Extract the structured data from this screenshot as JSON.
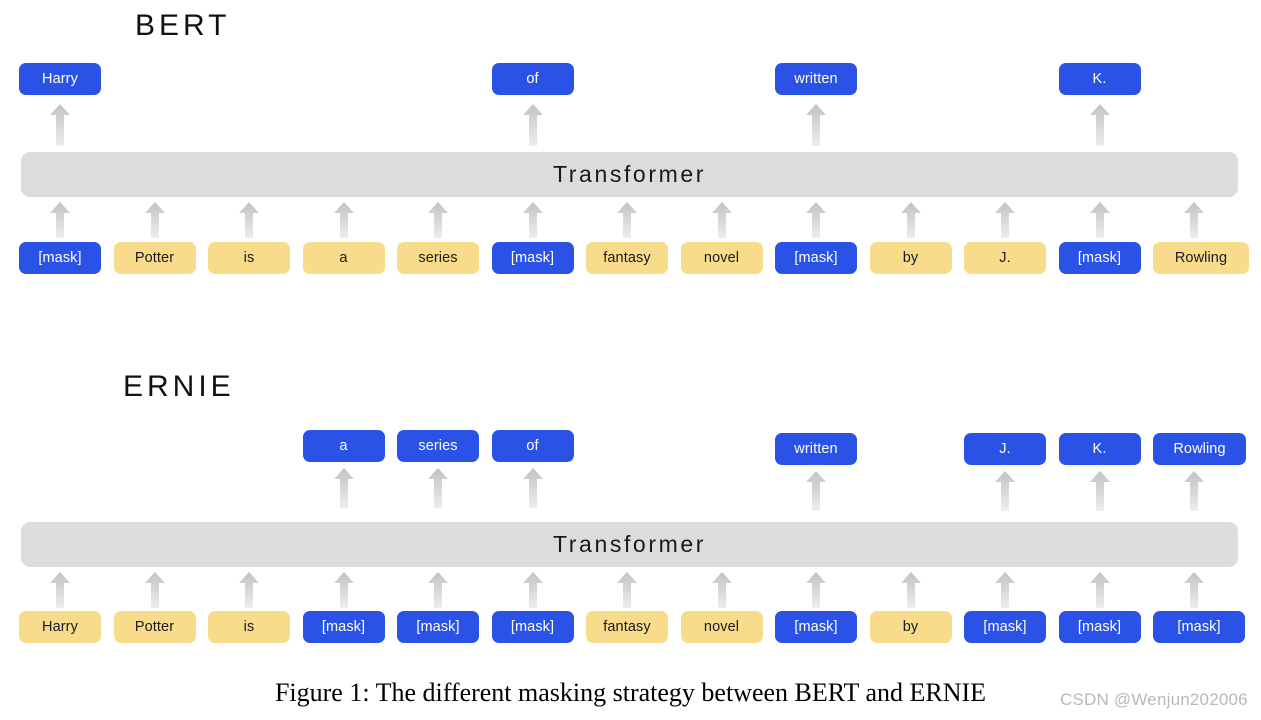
{
  "figure": {
    "caption": "Figure 1: The different masking strategy between BERT and ERNIE",
    "watermark": "CSDN @Wenjun202006",
    "colors": {
      "blue": "#2a52e6",
      "yellow": "#f8dc8c",
      "transformer_gray": "#dcdcdc",
      "arrow_gray": "#c9c9c9",
      "background": "#ffffff",
      "text_dark": "#1a1a1a",
      "text_light": "#ffffff",
      "watermark_gray": "#b9b9b9"
    },
    "columns": 13
  },
  "bert": {
    "title": "BERT",
    "transformer_label": "Transformer",
    "outputs": [
      {
        "col": 0,
        "label": "Harry",
        "style": "blue"
      },
      {
        "col": 5,
        "label": "of",
        "style": "blue"
      },
      {
        "col": 8,
        "label": "written",
        "style": "blue"
      },
      {
        "col": 11,
        "label": "K.",
        "style": "blue"
      }
    ],
    "inputs": [
      {
        "col": 0,
        "label": "[mask]",
        "style": "blue"
      },
      {
        "col": 1,
        "label": "Potter",
        "style": "yellow"
      },
      {
        "col": 2,
        "label": "is",
        "style": "yellow"
      },
      {
        "col": 3,
        "label": "a",
        "style": "yellow"
      },
      {
        "col": 4,
        "label": "series",
        "style": "yellow"
      },
      {
        "col": 5,
        "label": "[mask]",
        "style": "blue"
      },
      {
        "col": 6,
        "label": "fantasy",
        "style": "yellow"
      },
      {
        "col": 7,
        "label": "novel",
        "style": "yellow"
      },
      {
        "col": 8,
        "label": "[mask]",
        "style": "blue"
      },
      {
        "col": 9,
        "label": "by",
        "style": "yellow"
      },
      {
        "col": 10,
        "label": "J.",
        "style": "yellow"
      },
      {
        "col": 11,
        "label": "[mask]",
        "style": "blue"
      },
      {
        "col": 12,
        "label": "Rowling",
        "style": "yellow"
      }
    ]
  },
  "ernie": {
    "title": "ERNIE",
    "transformer_label": "Transformer",
    "outputs": [
      {
        "col": 3,
        "label": "a",
        "style": "blue"
      },
      {
        "col": 4,
        "label": "series",
        "style": "blue"
      },
      {
        "col": 5,
        "label": "of",
        "style": "blue"
      },
      {
        "col": 8,
        "label": "written",
        "style": "blue"
      },
      {
        "col": 10,
        "label": "J.",
        "style": "blue"
      },
      {
        "col": 11,
        "label": "K.",
        "style": "blue"
      },
      {
        "col": 12,
        "label": "Rowling",
        "style": "blue"
      }
    ],
    "inputs": [
      {
        "col": 0,
        "label": "Harry",
        "style": "yellow"
      },
      {
        "col": 1,
        "label": "Potter",
        "style": "yellow"
      },
      {
        "col": 2,
        "label": "is",
        "style": "yellow"
      },
      {
        "col": 3,
        "label": "[mask]",
        "style": "blue"
      },
      {
        "col": 4,
        "label": "[mask]",
        "style": "blue"
      },
      {
        "col": 5,
        "label": "[mask]",
        "style": "blue"
      },
      {
        "col": 6,
        "label": "fantasy",
        "style": "yellow"
      },
      {
        "col": 7,
        "label": "novel",
        "style": "yellow"
      },
      {
        "col": 8,
        "label": "[mask]",
        "style": "blue"
      },
      {
        "col": 9,
        "label": "by",
        "style": "yellow"
      },
      {
        "col": 10,
        "label": "[mask]",
        "style": "blue"
      },
      {
        "col": 11,
        "label": "[mask]",
        "style": "blue"
      },
      {
        "col": 12,
        "label": "[mask]",
        "style": "blue"
      }
    ]
  }
}
